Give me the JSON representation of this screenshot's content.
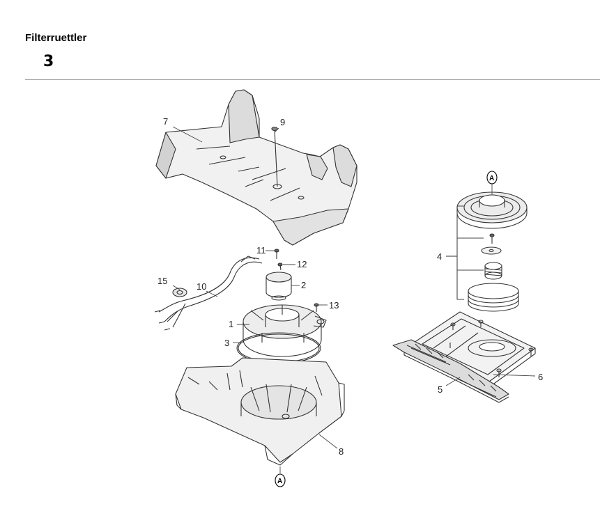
{
  "header": {
    "title": "Filterruettler",
    "page_number": "3"
  },
  "callouts": {
    "c1": "1",
    "c2": "2",
    "c3": "3",
    "c4": "4",
    "c5": "5",
    "c6": "6",
    "c7": "7",
    "c8": "8",
    "c9": "9",
    "c10": "10",
    "c11": "11",
    "c12": "12",
    "c13": "13",
    "c15": "15"
  },
  "reference_marks": {
    "a_top": "A",
    "a_bottom": "A"
  }
}
